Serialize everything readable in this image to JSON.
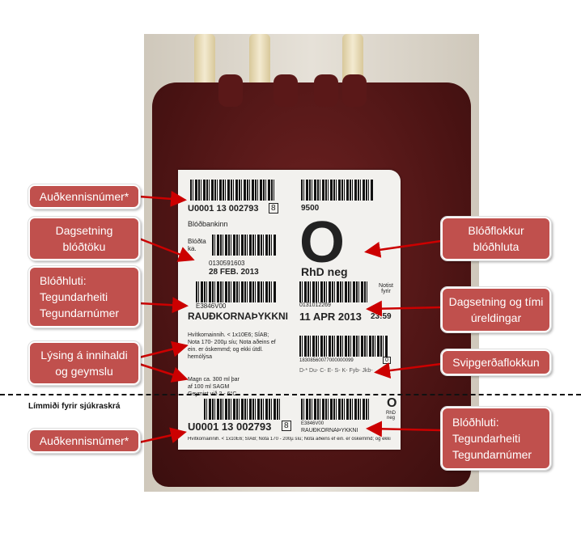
{
  "bag_label": {
    "id_number": "U0001 13 002793",
    "id_check": "8",
    "code_9500": "9500",
    "bank": "Blóðbankinn",
    "collection_label": "Blóðta ka.",
    "collection_code": "0130591603",
    "collection_date": "28 FEB. 2013",
    "blood_group": "O",
    "rhd": "RhD neg",
    "product_code": "E3846V00",
    "product_name": "RAUÐKORNAÞYKKNI",
    "use_before_label": "Notist fyrir",
    "expiry_code": "0131012269",
    "expiry_date": "11 APR 2013",
    "expiry_time": "23:59",
    "description": "Hvítkornainnih. < 1x10E6; SÍAB; Nota 170- 200µ síu; Nota aðeins ef ein. er óskemmd; og ekki útdl. hemólýsa",
    "storage": "Magn ca. 300 ml þar af 100 ml SAGM Geymist við 2 - 6°C",
    "phenotype_code": "18308560077000000099",
    "phenotype_check": "0",
    "phenotype": "D-* Du- C- E- S- K- Fyb- Jkb-",
    "stub_id": "U0001 13 002793",
    "stub_check": "8",
    "stub_group": "O",
    "stub_rhd": "RhD neg",
    "stub_product_code": "E3846V00",
    "stub_product_name": "RAUÐKORNAÞYKKNI",
    "stub_description": "Hvítkornainnih. < 1x10E6; SÍAB; Nota 170 - 200µ síu; Nota aðeins ef ein. er óskemmd; og ekki"
  },
  "caption": "Límmiði fyrir sjúkraskrá",
  "callouts": {
    "id_top": "Auðkennisnúmer*",
    "collection_date": "Dagsetning blóðtöku",
    "product_top": "Blóðhluti: Tegundarheiti Tegundarnúmer",
    "content": "Lýsing á innihaldi og geymslu",
    "id_bottom": "Auðkennisnúmer*",
    "blood_group": "Blóðflokkur blóðhluta",
    "expiry": "Dagsetning og tími úreldingar",
    "phenotype": "Svipgerðaflokkun",
    "product_bottom": "Blóðhluti: Tegundarheiti Tegundarnúmer"
  },
  "colors": {
    "callout": "#c0504d",
    "arrow": "#cc0000"
  }
}
